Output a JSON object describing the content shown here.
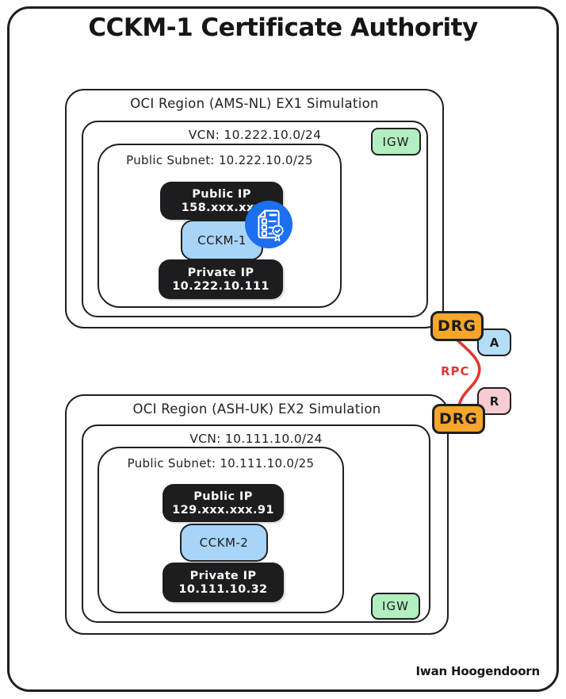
{
  "title": "CCKM-1 Certificate Authority",
  "signature": "Iwan Hoogendoorn",
  "colors": {
    "drg_orange": "#F5A62B",
    "instance_blue": "#A8D4F7",
    "badge_a_blue": "#B5DDF8",
    "badge_r_pink": "#F8CBD2",
    "igw_green": "#B2EEC0",
    "rpc_red": "#E0392E",
    "certificate_icon_blue": "#1B6FF0",
    "ip_chip_black": "#1D1D1F",
    "line_black": "#1F1F22"
  },
  "regions": [
    {
      "title": "OCI Region (AMS-NL) EX1 Simulation",
      "vcn_label": "VCN: 10.222.10.0/24",
      "igw_label": "IGW",
      "subnet_label": "Public Subnet: 10.222.10.0/25",
      "public_ip_title": "Public IP",
      "public_ip_value": "158.xxx.xxx",
      "instance_label": "CCKM-1",
      "private_ip_title": "Private IP",
      "private_ip_value": "10.222.10.111"
    },
    {
      "title": "OCI Region (ASH-UK) EX2 Simulation",
      "vcn_label": "VCN: 10.111.10.0/24",
      "igw_label": "IGW",
      "subnet_label": "Public Subnet: 10.111.10.0/25",
      "public_ip_title": "Public IP",
      "public_ip_value": "129.xxx.xxx.91",
      "instance_label": "CCKM-2",
      "private_ip_title": "Private IP",
      "private_ip_value": "10.111.10.32"
    }
  ],
  "interconnect": {
    "drg_label_top": "DRG",
    "drg_label_bottom": "DRG",
    "badge_accept": "A",
    "badge_request": "R",
    "link_label": "RPC"
  }
}
